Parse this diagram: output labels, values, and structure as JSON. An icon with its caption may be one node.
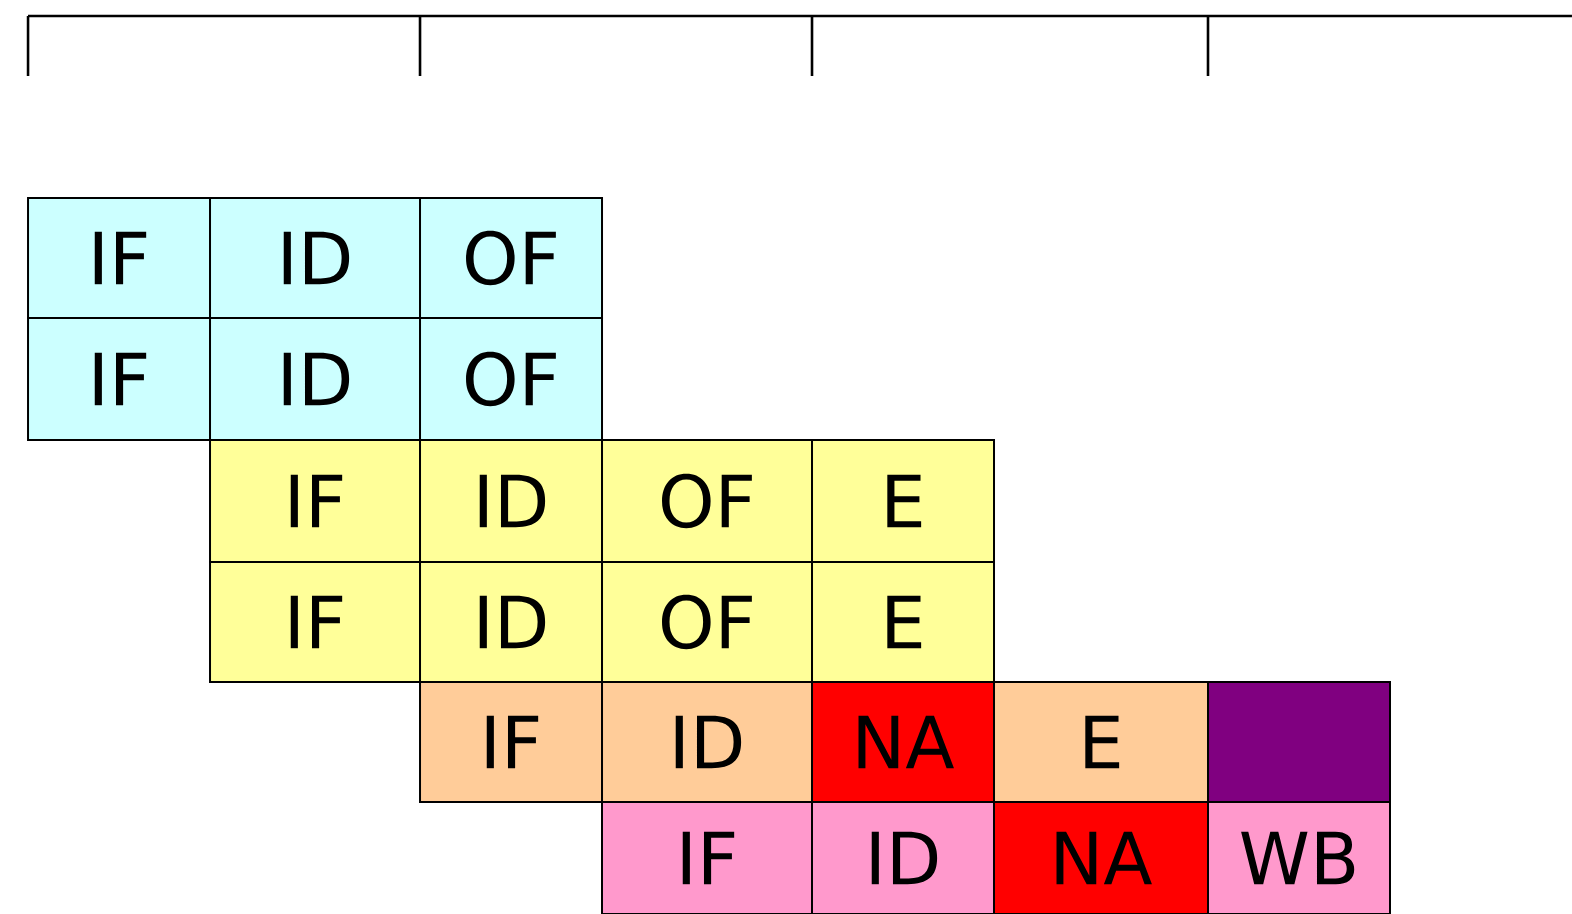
{
  "diagram": {
    "nodes": [
      {
        "text": [
          "IF"
        ]
      },
      {
        "text": [
          "ID"
        ]
      },
      {
        "text": [
          "OF"
        ]
      },
      {
        "text": [
          "IF"
        ]
      },
      {
        "text": [
          "ID"
        ]
      },
      {
        "text": [
          "OF"
        ]
      },
      {
        "text": [
          "IF"
        ]
      },
      {
        "text": [
          "ID"
        ]
      },
      {
        "text": [
          "OF"
        ]
      },
      {
        "text": [
          "E"
        ]
      },
      {
        "text": [
          "IF"
        ]
      },
      {
        "text": [
          "ID"
        ]
      },
      {
        "text": [
          "OF"
        ]
      },
      {
        "text": [
          "E"
        ]
      },
      {
        "text": [
          "IF"
        ]
      },
      {
        "text": [
          "ID"
        ]
      },
      {
        "text": [
          "NA"
        ]
      },
      {
        "text": [
          "E"
        ]
      },
      {
        "text": [],
        "shape": "box"
      },
      {
        "text": [
          "IF"
        ]
      },
      {
        "text": [
          "ID"
        ]
      },
      {
        "text": [
          "NA"
        ]
      },
      {
        "text": [
          "WB"
        ]
      }
    ]
  }
}
